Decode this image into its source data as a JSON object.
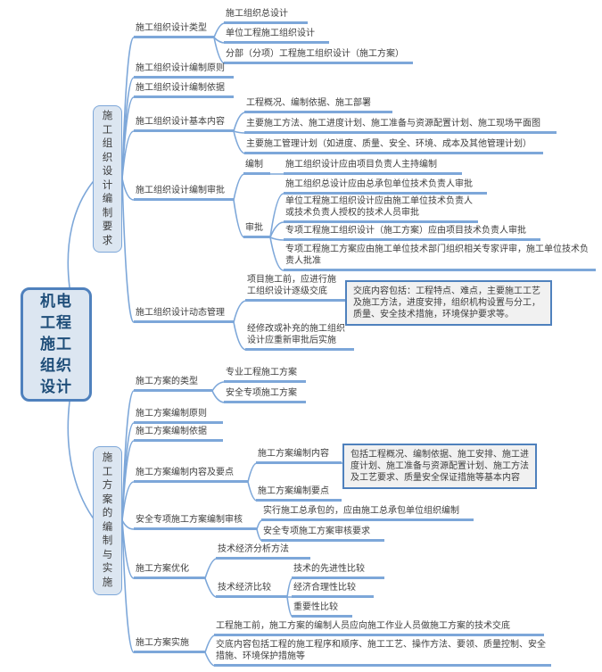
{
  "colors": {
    "line": "#7da7d9",
    "node_fill": "#dce6f1",
    "root_border": "#4f81bd",
    "callout_border": "#4f81bd",
    "callout_fill": "#f1f1f1",
    "text": "#3d3d3d",
    "root_text": "#1f4e79"
  },
  "root": "机电工程施工组织设计",
  "b1": {
    "label": "施工组织设计编制要求",
    "types": {
      "label": "施工组织设计类型",
      "items": [
        "施工组织总设计",
        "单位工程施工组织设计",
        "分部（分项）工程施工组织设计（施工方案）"
      ]
    },
    "principles": "施工组织设计编制原则",
    "basis": "施工组织设计编制依据",
    "content": {
      "label": "施工组织设计基本内容",
      "items": [
        "工程概况、编制依据、施工部署",
        "主要施工方法、施工进度计划、施工准备与资源配置计划、施工现场平面图",
        "主要施工管理计划（如进度、质量、安全、环境、成本及其他管理计划）"
      ]
    },
    "approval": {
      "label": "施工组织设计编制审批",
      "compile": {
        "label": "编制",
        "item": "施工组织设计应由项目负责人主持编制"
      },
      "approve": {
        "label": "审批",
        "items": [
          "施工组织总设计应由总承包单位技术负责人审批",
          "单位工程施工组织设计应由施工单位技术负责人或技术负责人授权的技术人员审批",
          "专项工程施工组织设计（施工方案）应由项目技术负责人审批",
          "专项工程施工方案应由施工单位技术部门组织相关专家评审，施工单位技术负责人批准"
        ]
      }
    },
    "dynamic": {
      "label": "施工组织设计动态管理",
      "items": [
        "项目施工前，应进行施工组织设计逐级交底",
        "经修改或补充的施工组织设计应重新审批后实施"
      ],
      "callout": "交底内容包括：工程特点、难点，主要施工工艺及施工方法，进度安排，组织机构设置与分工，质量、安全技术措施，环境保护要求等。"
    }
  },
  "b2": {
    "label": "施工方案的编制与实施",
    "types": {
      "label": "施工方案的类型",
      "items": [
        "专业工程施工方案",
        "安全专项施工方案"
      ]
    },
    "principles": "施工方案编制原则",
    "basis": "施工方案编制依据",
    "content": {
      "label": "施工方案编制内容及要点",
      "content_label": "施工方案编制内容",
      "points_label": "施工方案编制要点",
      "callout": "包括工程概况、编制依据、施工安排、施工进度计划、施工准备与资源配置计划、施工方法及工艺要求、质量安全保证措施等基本内容"
    },
    "safety": {
      "label": "安全专项施工方案编制审核",
      "items": [
        "实行施工总承包的，应由施工总承包单位组织编制",
        "安全专项施工方案审核要求"
      ]
    },
    "optimize": {
      "label": "施工方案优化",
      "analysis": "技术经济分析方法",
      "compare": {
        "label": "技术经济比较",
        "items": [
          "技术的先进性比较",
          "经济合理性比较",
          "重要性比较"
        ]
      }
    },
    "implement": {
      "label": "施工方案实施",
      "items": [
        "工程施工前，施工方案的编制人员应向施工作业人员做施工方案的技术交底",
        "交底内容包括工程的施工程序和顺序、施工工艺、操作方法、要领、质量控制、安全措施、环境保护措施等"
      ]
    }
  }
}
